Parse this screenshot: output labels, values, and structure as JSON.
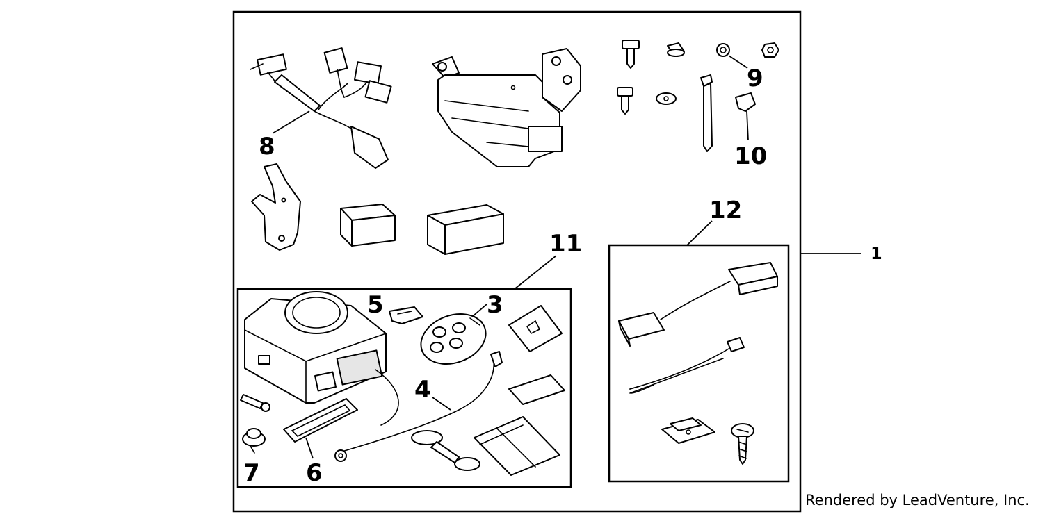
{
  "callouts": {
    "c1": "1",
    "c3": "3",
    "c4": "4",
    "c5": "5",
    "c6": "6",
    "c7": "7",
    "c8": "8",
    "c9": "9",
    "c10": "10",
    "c11": "11",
    "c12": "12"
  },
  "credit": "Rendered by LeadVenture, Inc."
}
